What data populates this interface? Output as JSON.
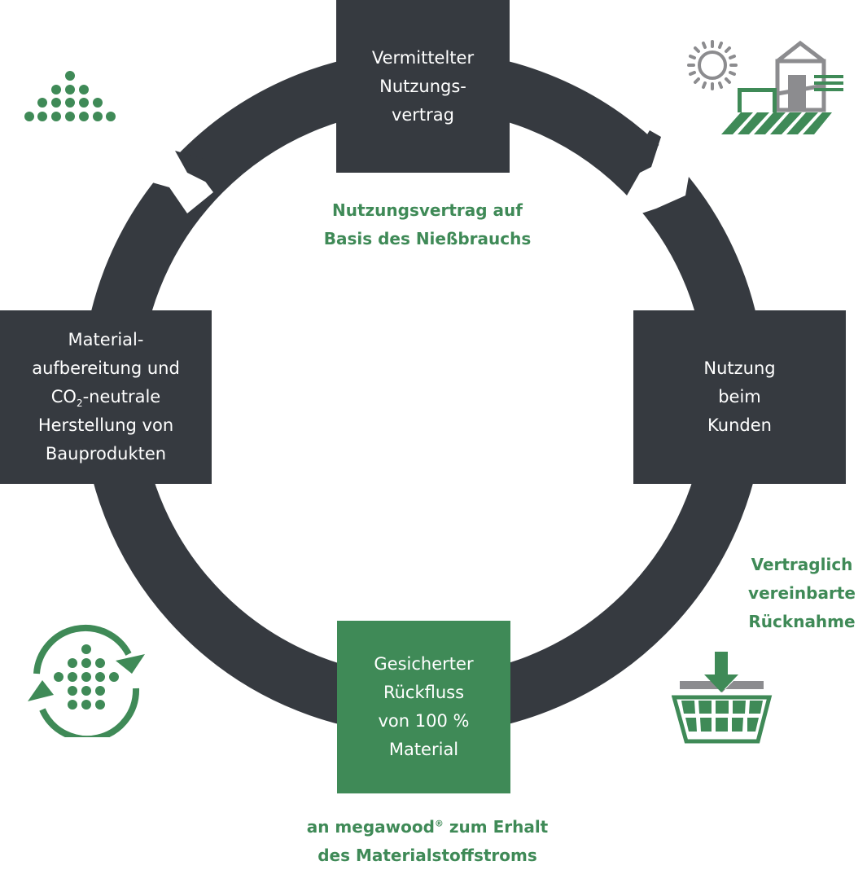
{
  "colors": {
    "ring": "#363a40",
    "box_dark": "#363a40",
    "box_green": "#3f8a57",
    "accent_green": "#3f8a57",
    "icon_gray": "#8c8c8f",
    "background": "#ffffff"
  },
  "boxes": {
    "top": {
      "lines": [
        "Vermittelter",
        "Nutzungs-",
        "vertrag"
      ]
    },
    "right": {
      "lines": [
        "Nutzung",
        "beim",
        "Kunden"
      ]
    },
    "bottom": {
      "lines": [
        "Gesicherter",
        "Rückfluss",
        "von 100 %",
        "Material"
      ]
    },
    "left": {
      "line1": "Material-",
      "line2": "aufbereitung und",
      "line3_pre": "CO",
      "line3_sub": "2",
      "line3_post": "-neutrale",
      "line4": "Herstellung von",
      "line5": "Bauprodukten"
    }
  },
  "labels": {
    "top_inner": [
      "Nutzungsvertrag auf",
      "Basis des Nießbrauchs"
    ],
    "right_lower": [
      "Vertraglich",
      "vereinbarte",
      "Rücknahme"
    ],
    "bottom": {
      "line1_pre": "an megawood",
      "line1_sup": "®",
      "line1_post": " zum Erhalt",
      "line2": "des Materialstoffstroms"
    }
  },
  "icons": {
    "top_left": "dot-pyramid-icon",
    "top_right": "house-sun-field-icon",
    "bottom_left": "recycle-dots-icon",
    "bottom_right": "basket-download-icon"
  }
}
